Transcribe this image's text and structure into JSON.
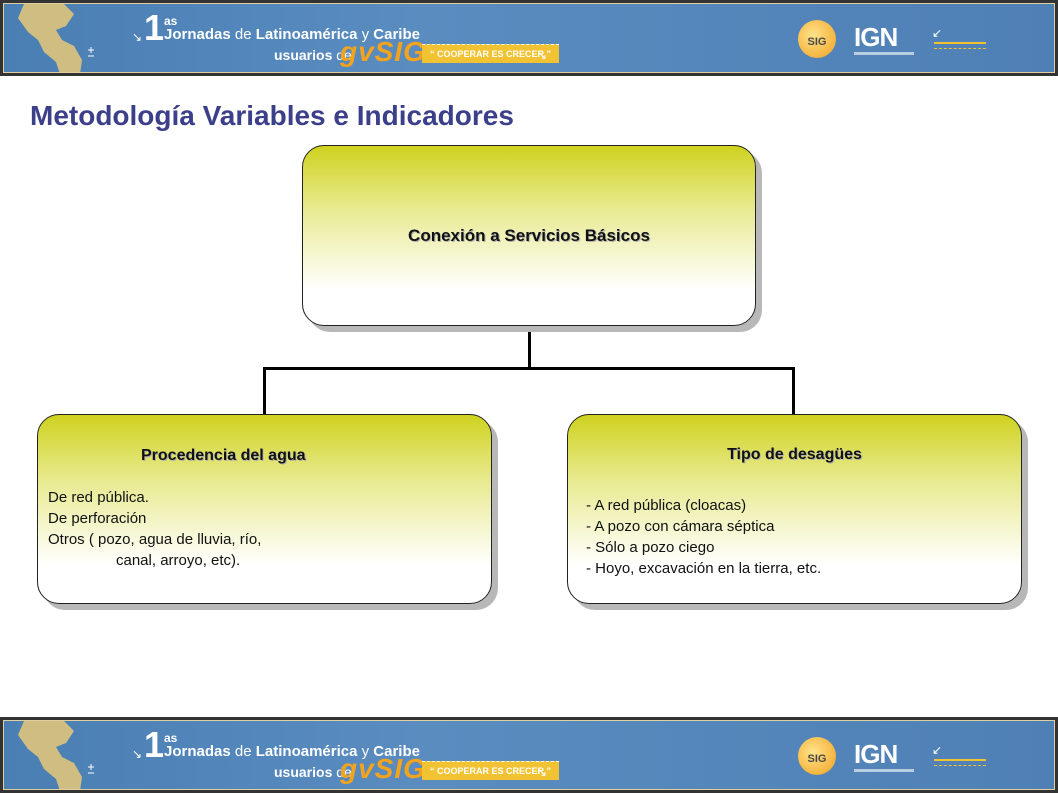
{
  "banner": {
    "num": "1",
    "num_sup": "as",
    "line1_a": "Jornadas",
    "line1_b": "de",
    "line1_c": "Latinoamérica",
    "line1_d": "y",
    "line1_e": "Caribe",
    "line2_a": "usuarios",
    "line2_b": "de",
    "brand": "gvSIG",
    "slogan": "“ COOPERAR ES CRECER ”",
    "sig_logo": "SIG",
    "ign": "IGN"
  },
  "title": "Metodología Variables e Indicadores",
  "diagram": {
    "root": {
      "label": "Conexión a Servicios Básicos"
    },
    "left": {
      "label": "Procedencia del agua",
      "items": [
        "De red pública.",
        "De perforación",
        "Otros ( pozo, agua de lluvia, río,",
        "canal, arroyo, etc)."
      ]
    },
    "right": {
      "label": "Tipo de desagües",
      "items": [
        "- A red pública (cloacas)",
        "- A pozo con cámara séptica",
        "- Sólo a pozo ciego",
        "- Hoyo, excavación en la tierra, etc."
      ]
    }
  },
  "colors": {
    "title": "#3c3f8a",
    "box_top": "#cfd21e",
    "banner": "#4a7fb3",
    "accent": "#f3a31c"
  }
}
